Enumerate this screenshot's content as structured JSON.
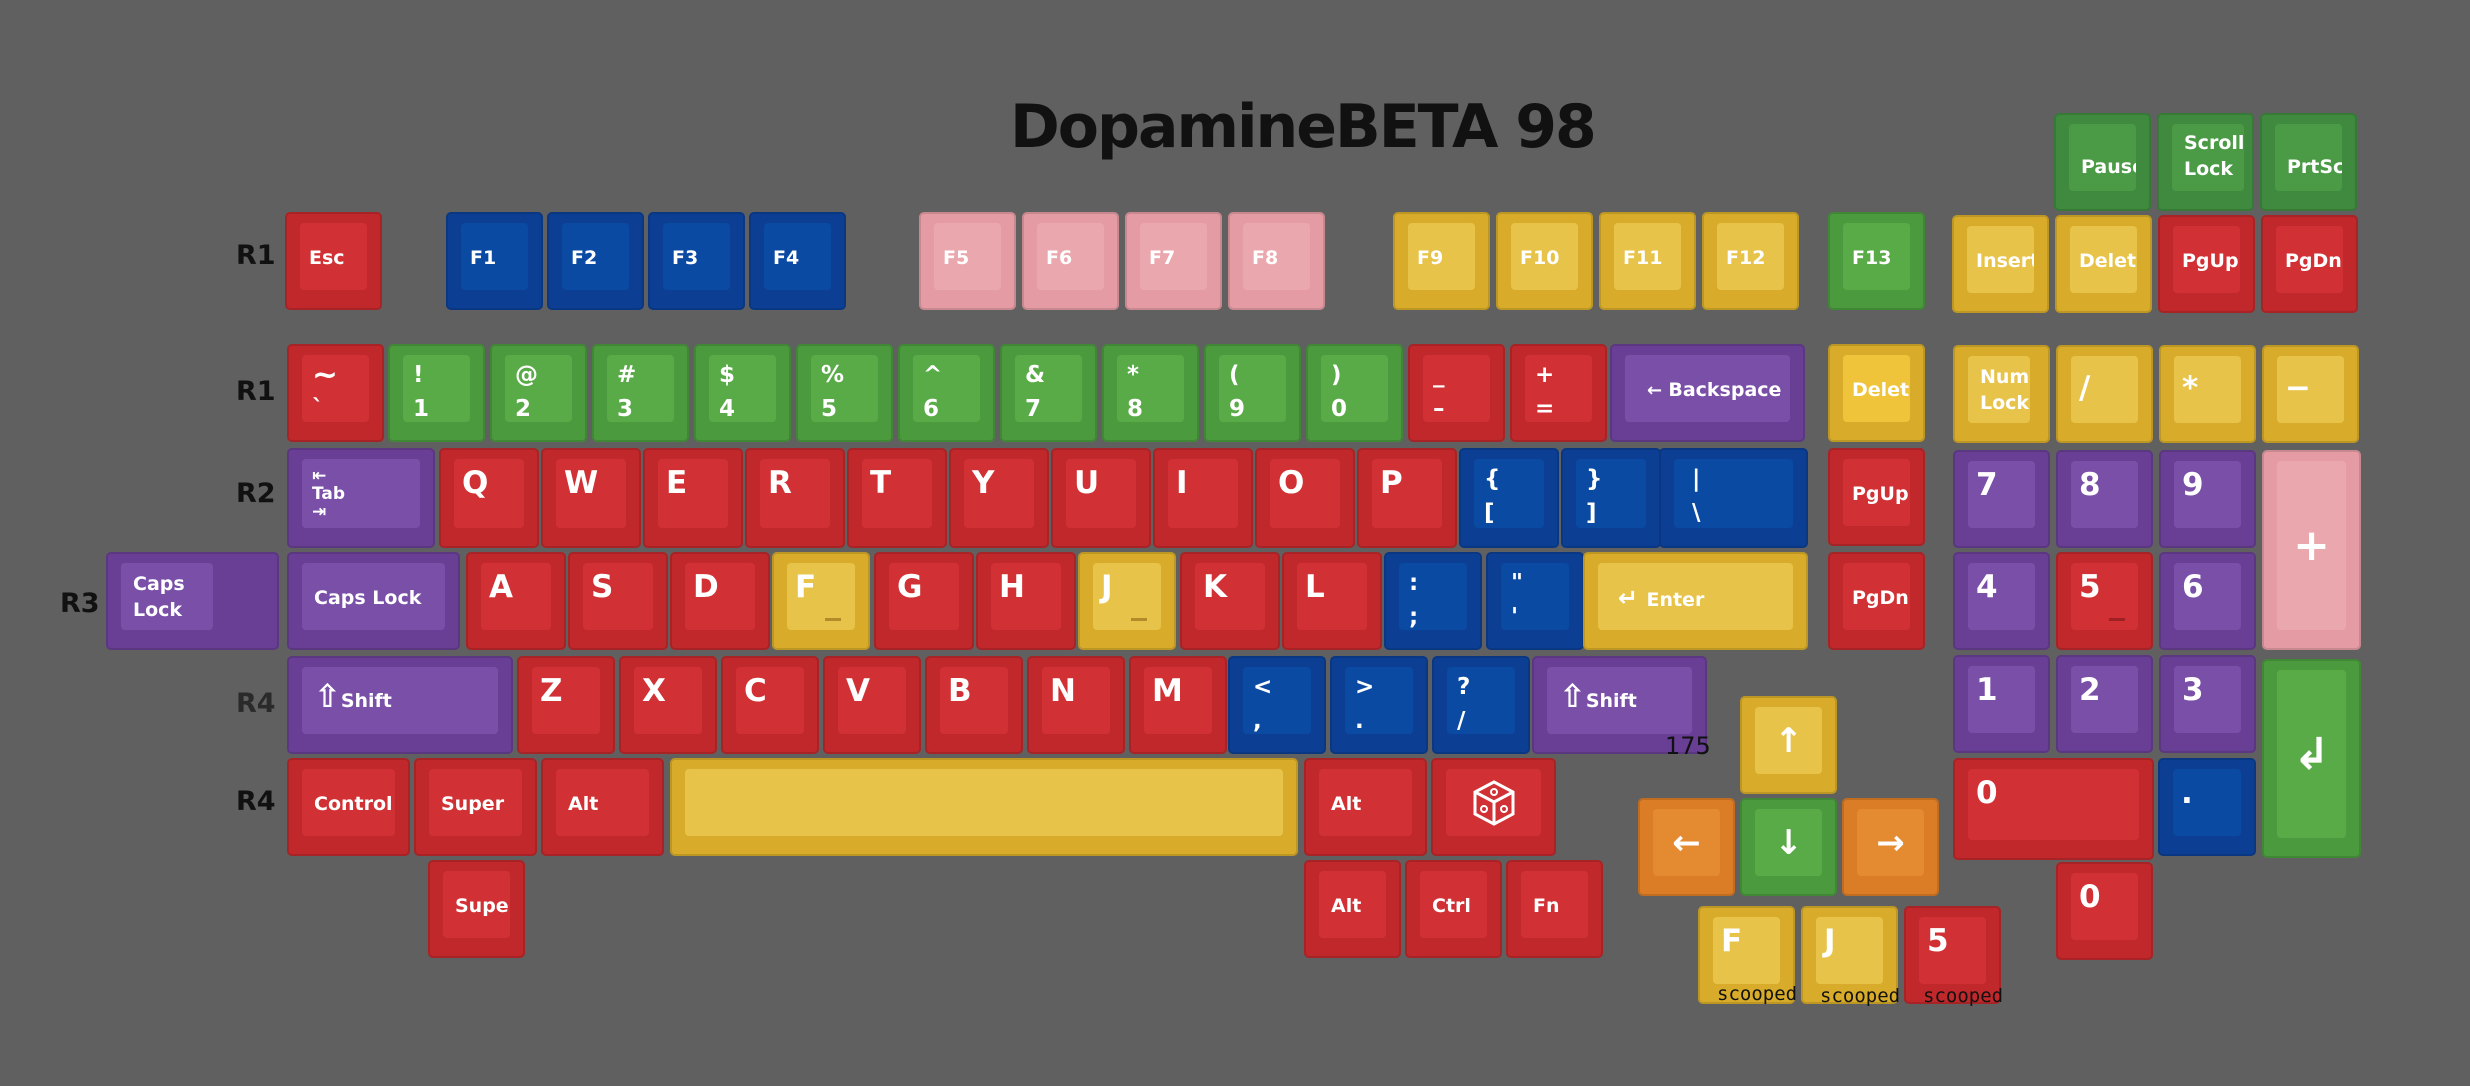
{
  "title": "DopamineBETA 98",
  "rows": {
    "r1a": "R1",
    "r1b": "R1",
    "r2": "R2",
    "r3": "R3",
    "r4a": "R4",
    "r4b": "R4"
  },
  "fn": {
    "esc": "Esc",
    "f1": "F1",
    "f2": "F2",
    "f3": "F3",
    "f4": "F4",
    "f5": "F5",
    "f6": "F6",
    "f7": "F7",
    "f8": "F8",
    "f9": "F9",
    "f10": "F10",
    "f11": "F11",
    "f12": "F12",
    "f13": "F13"
  },
  "nav": {
    "pause": "Pause",
    "scroll_lock": "Scroll Lock",
    "prtsc": "PrtSc",
    "insert": "Insert",
    "delete": "Delete",
    "pgup": "PgUp",
    "pgdn": "PgDn"
  },
  "num": {
    "tilde_top": "~",
    "tilde_bot": "`",
    "k1_top": "!",
    "k1_bot": "1",
    "k2_top": "@",
    "k2_bot": "2",
    "k3_top": "#",
    "k3_bot": "3",
    "k4_top": "$",
    "k4_bot": "4",
    "k5_top": "%",
    "k5_bot": "5",
    "k6_top": "^",
    "k6_bot": "6",
    "k7_top": "&",
    "k7_bot": "7",
    "k8_top": "*",
    "k8_bot": "8",
    "k9_top": "(",
    "k9_bot": "9",
    "k0_top": ")",
    "k0_bot": "0",
    "minus_top": "_",
    "minus_bot": "–",
    "equal_top": "+",
    "equal_bot": "=",
    "backspace": "Backspace"
  },
  "alpha": {
    "tab": "Tab",
    "q": "Q",
    "w": "W",
    "e": "E",
    "r": "R",
    "t": "T",
    "y": "Y",
    "u": "U",
    "i": "I",
    "o": "O",
    "p": "P",
    "lbrace_top": "{",
    "lbrace_bot": "[",
    "rbrace_top": "}",
    "rbrace_bot": "]",
    "pipe_top": "|",
    "pipe_bot": "\\",
    "caps": "Caps Lock",
    "caps_alt": "Caps Lock",
    "a": "A",
    "s": "S",
    "d": "D",
    "f": "F",
    "g": "G",
    "h": "H",
    "j": "J",
    "k": "K",
    "l": "L",
    "colon_top": ":",
    "colon_bot": ";",
    "quote_top": "\"",
    "quote_bot": "'",
    "enter": "Enter",
    "shift_l": "Shift",
    "z": "Z",
    "x": "X",
    "c": "C",
    "v": "V",
    "b": "B",
    "n": "N",
    "m": "M",
    "lt_top": "<",
    "lt_bot": ",",
    "gt_top": ">",
    "gt_bot": ".",
    "q_top": "?",
    "q_bot": "/",
    "shift_r": "Shift"
  },
  "bottom": {
    "control": "Control",
    "super": "Super",
    "alt": "Alt",
    "alt_r": "Alt",
    "alt_r2": "Alt",
    "ctrl": "Ctrl",
    "fn": "Fn",
    "super2": "Super"
  },
  "side": {
    "delete": "Delete",
    "pgup": "PgUp",
    "pgdn": "PgDn"
  },
  "numpad": {
    "numlock": "Num Lock",
    "slash": "/",
    "star": "*",
    "minus": "−",
    "n7": "7",
    "n8": "8",
    "n9": "9",
    "plus": "+",
    "n4": "4",
    "n5": "5",
    "n6": "6",
    "n1": "1",
    "n2": "2",
    "n3": "3",
    "n0": "0",
    "dot": ".",
    "n0b": "0"
  },
  "arrows": {
    "up": "↑",
    "down": "↓",
    "left": "←",
    "right": "→"
  },
  "extras": {
    "f": "F",
    "j": "J",
    "five": "5",
    "scooped1": "scooped",
    "scooped2": "scooped",
    "scooped3": "scooped",
    "size_note": "175"
  },
  "colors": {
    "red": "#c0282b",
    "blue": "#0c3f93",
    "green": "#4b9b3e",
    "yellow": "#d8ac2a",
    "pink": "#e49ba3",
    "purple": "#683f95",
    "orange": "#db7c26",
    "background": "#606060"
  }
}
